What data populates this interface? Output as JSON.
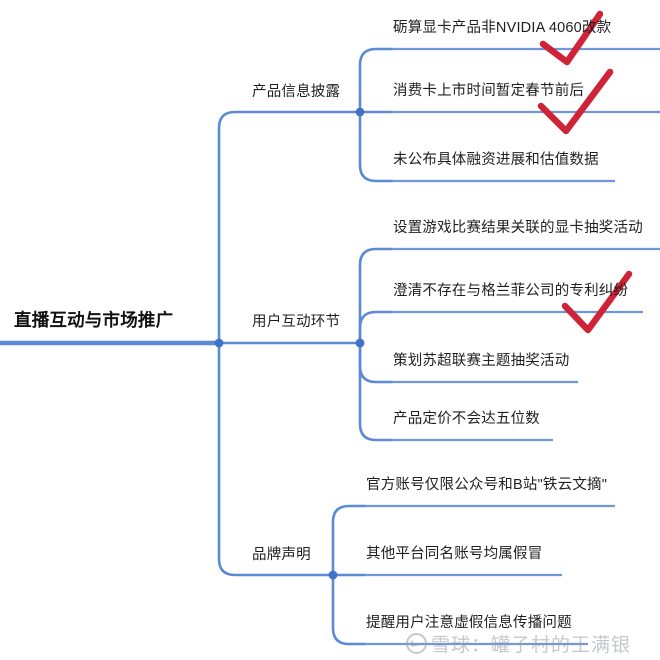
{
  "diagram": {
    "type": "mindmap",
    "title": "直播互动与市场推广",
    "colors": {
      "branch_line": "#5b8ad6",
      "root_line": "#5b8ad6",
      "junction_dot": "#3f72c8",
      "leaf_underline_start": "#6b93d8",
      "leaf_underline_end": "#7fa8e0",
      "text": "#1b1b1b",
      "annotation": "#cf2338"
    },
    "root": {
      "label": "直播互动与市场推广"
    },
    "branches": [
      {
        "id": "branch-product-disclosure",
        "label": "产品信息披露",
        "leaves": [
          {
            "id": "leaf-1-1",
            "label": "砺算显卡产品非NVIDIA 4060改款",
            "annotation": "red-checkmark"
          },
          {
            "id": "leaf-1-2",
            "label": "消费卡上市时间暂定春节前后",
            "annotation": "red-checkmark"
          },
          {
            "id": "leaf-1-3",
            "label": "未公布具体融资进展和估值数据",
            "annotation": ""
          }
        ]
      },
      {
        "id": "branch-user-interaction",
        "label": "用户互动环节",
        "leaves": [
          {
            "id": "leaf-2-1",
            "label": "设置游戏比赛结果关联的显卡抽奖活动",
            "annotation": ""
          },
          {
            "id": "leaf-2-2",
            "label": "澄清不存在与格兰菲公司的专利纠纷",
            "annotation": "red-checkmark"
          },
          {
            "id": "leaf-2-3",
            "label": "策划苏超联赛主题抽奖活动",
            "annotation": ""
          },
          {
            "id": "leaf-2-4",
            "label": "产品定价不会达五位数",
            "annotation": ""
          }
        ]
      },
      {
        "id": "branch-brand-statement",
        "label": "品牌声明",
        "leaves": [
          {
            "id": "leaf-3-1",
            "label": "官方账号仅限公众号和B站\"铁云文摘\"",
            "annotation": ""
          },
          {
            "id": "leaf-3-2",
            "label": "其他平台同名账号均属假冒",
            "annotation": ""
          },
          {
            "id": "leaf-3-3",
            "label": "提醒用户注意虚假信息传播问题",
            "annotation": ""
          }
        ]
      }
    ],
    "watermark": {
      "text": "雪球：罐子村的王满银"
    }
  }
}
